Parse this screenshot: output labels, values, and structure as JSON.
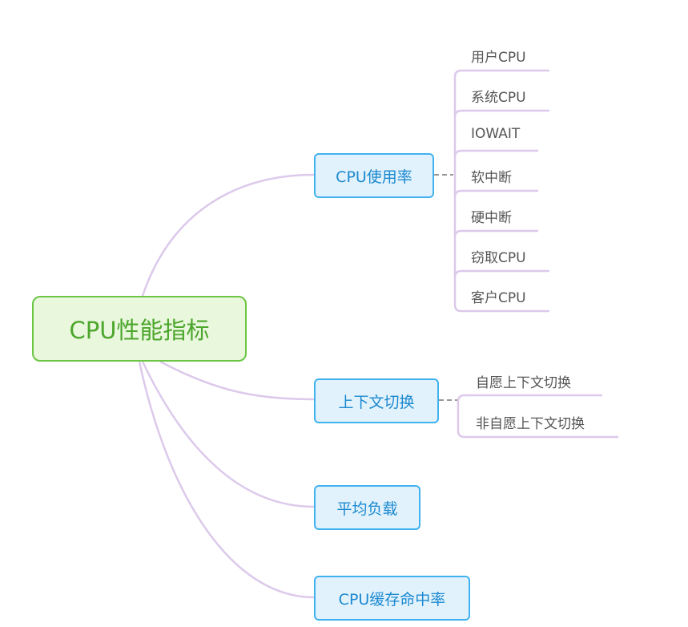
{
  "root": {
    "label": "CPU性能指标"
  },
  "branches": [
    {
      "label": "CPU使用率",
      "children": [
        "用户CPU",
        "系统CPU",
        "IOWAIT",
        "软中断",
        "硬中断",
        "窃取CPU",
        "客户CPU"
      ]
    },
    {
      "label": "上下文切换",
      "children": [
        "自愿上下文切换",
        "非自愿上下文切换"
      ]
    },
    {
      "label": "平均负载",
      "children": []
    },
    {
      "label": "CPU缓存命中率",
      "children": []
    }
  ],
  "colors": {
    "root_border": "#6cc644",
    "root_fill": "#e9f7dd",
    "root_text": "#4ca62c",
    "branch_border": "#41b2f0",
    "branch_fill": "#e2f2fd",
    "branch_text": "#1a89cf",
    "connector": "#dcc9eb",
    "collapse_dash": "#999999"
  }
}
